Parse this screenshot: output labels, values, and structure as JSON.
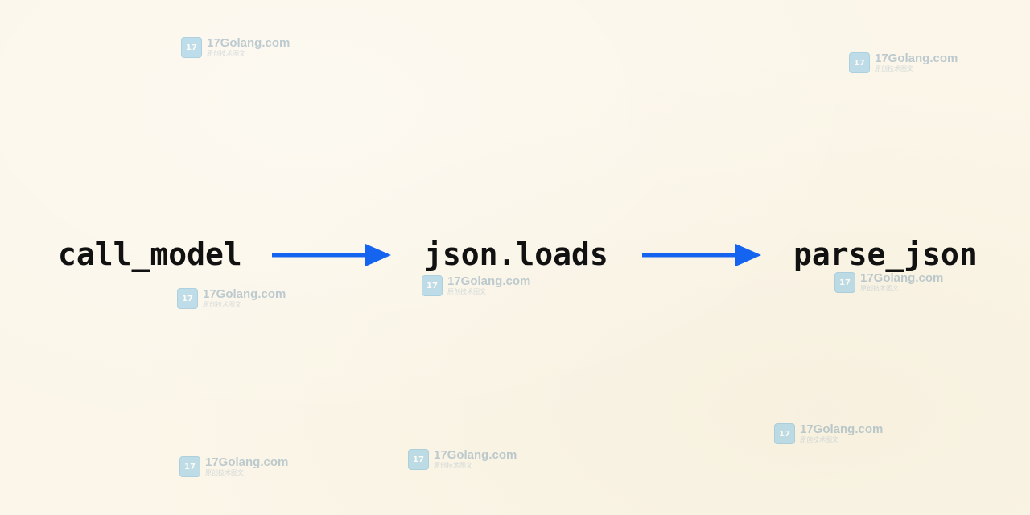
{
  "diagram": {
    "nodes": [
      {
        "label": "call_model"
      },
      {
        "label": "json.loads"
      },
      {
        "label": "parse_json"
      }
    ],
    "arrow_color": "#1464f0",
    "text_color": "#111111",
    "background_color": "#fbf6e9"
  },
  "watermark": {
    "title": "17Golang.com",
    "subtitle": "原创技术图文",
    "icon": "site-logo-icon"
  }
}
